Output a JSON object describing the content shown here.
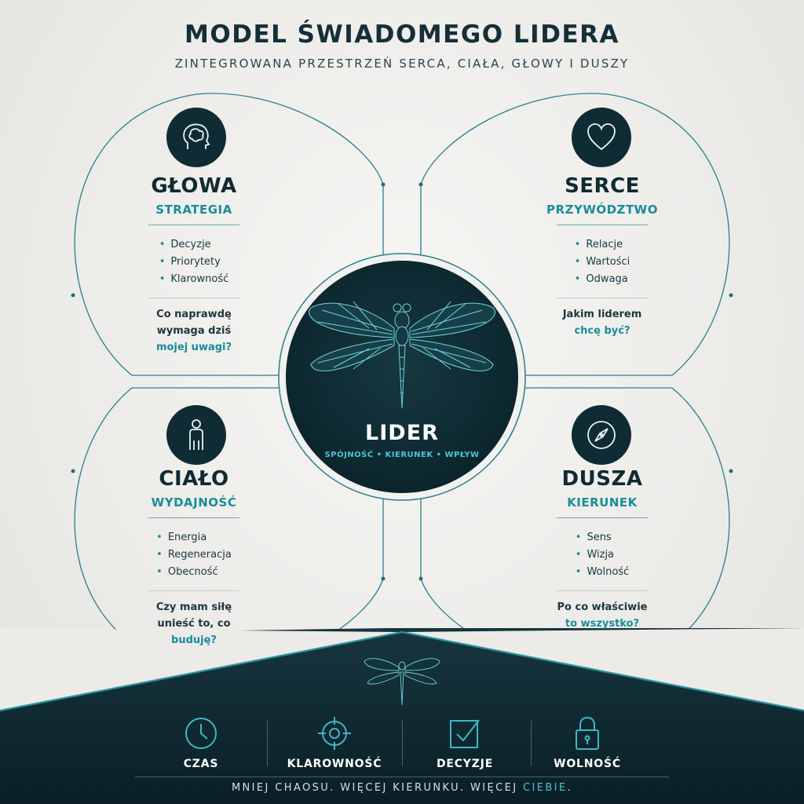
{
  "header": {
    "title": "MODEL ŚWIADOMEGO LIDERA",
    "subtitle": "ZINTEGROWANA PRZESTRZEŃ SERCA, CIAŁA, GŁOWY I DUSZY"
  },
  "quadrants": {
    "glowa": {
      "title": "GŁOWA",
      "subtitle": "STRATEGIA",
      "icon": "brain-head-icon",
      "items": [
        "Decyzje",
        "Priorytety",
        "Klarowność"
      ],
      "question_line1": "Co naprawdę",
      "question_line2": "wymaga dziś",
      "question_highlight": "mojej uwagi?"
    },
    "serce": {
      "title": "SERCE",
      "subtitle": "PRZYWÓDZTWO",
      "icon": "heart-icon",
      "items": [
        "Relacje",
        "Wartości",
        "Odwaga"
      ],
      "question_line1": "Jakim liderem",
      "question_highlight": "chcę być?"
    },
    "cialo": {
      "title": "CIAŁO",
      "subtitle": "WYDAJNOŚĆ",
      "icon": "person-icon",
      "items": [
        "Energia",
        "Regeneracja",
        "Obecność"
      ],
      "question_line1": "Czy mam siłę",
      "question_line2": "unieść to, co",
      "question_highlight": "buduję?"
    },
    "dusza": {
      "title": "DUSZA",
      "subtitle": "KIERUNEK",
      "icon": "compass-icon",
      "items": [
        "Sens",
        "Wizja",
        "Wolność"
      ],
      "question_line1": "Po co właściwie",
      "question_highlight": "to wszystko?"
    }
  },
  "center": {
    "title": "LIDER",
    "subtitle": "SPÓJNOŚĆ • KIERUNEK • WPŁYW",
    "icon": "dragonfly-icon"
  },
  "footer": {
    "icon": "dragonfly-small-icon",
    "features": [
      {
        "label": "CZAS",
        "icon": "clock-icon"
      },
      {
        "label": "KLAROWNOŚĆ",
        "icon": "target-icon"
      },
      {
        "label": "DECYZJE",
        "icon": "checkbox-icon"
      },
      {
        "label": "WOLNOŚĆ",
        "icon": "padlock-icon"
      }
    ],
    "tagline_main": "MNIEJ CHAOSU. WIĘCEJ KIERUNKU. WIĘCEJ ",
    "tagline_highlight": "CIEBIE",
    "tagline_end": "."
  },
  "colors": {
    "dark": "#0f2b33",
    "accent": "#1a8c9a",
    "accent_light": "#4fc4d0",
    "background": "#efeeeb"
  }
}
